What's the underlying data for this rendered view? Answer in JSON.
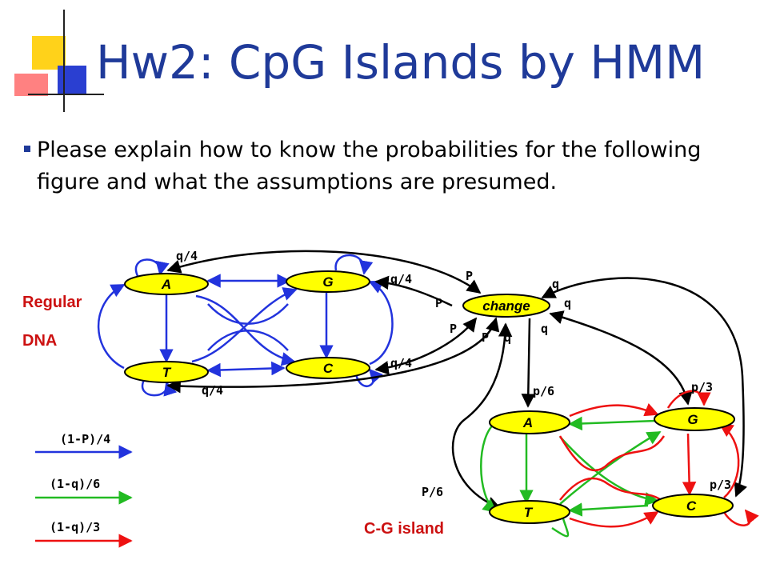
{
  "title": "Hw2: CpG Islands by HMM",
  "bullet": {
    "line1": "Please explain how to know the probabilities for the following",
    "line2": "figure and what the assumptions are presumed."
  },
  "regions": {
    "regular_line1": "Regular",
    "regular_line2": "DNA",
    "island": "C-G island"
  },
  "nodes": {
    "reg_A": "A",
    "reg_G": "G",
    "reg_T": "T",
    "reg_C": "C",
    "change": "change",
    "isl_A": "A",
    "isl_G": "G",
    "isl_T": "T",
    "isl_C": "C"
  },
  "edge_labels": {
    "q4_top": "q/4",
    "q4_g": "q/4",
    "q4_c": "q/4",
    "q4_bottom": "q/4",
    "p_top": "P",
    "p_left": "P",
    "p_mid": "P",
    "p_low": "P",
    "q_low": "q",
    "q_top_right": "q",
    "q_right": "q",
    "q_under": "q",
    "p6_a": "p/6",
    "p6_t": "P/6",
    "p3_g": "p/3",
    "p3_c": "p/3"
  },
  "legend": [
    {
      "label": "(1-P)/4",
      "color": "#2233dd"
    },
    {
      "label": "(1-q)/6",
      "color": "#22bb22"
    },
    {
      "label": "(1-q)/3",
      "color": "#ee1111"
    }
  ],
  "colors": {
    "title": "#1f3a99",
    "blue": "#2233dd",
    "green": "#22bb22",
    "red": "#ee1111",
    "node_fill": "#ffff00",
    "island_label": "#cc1111"
  }
}
